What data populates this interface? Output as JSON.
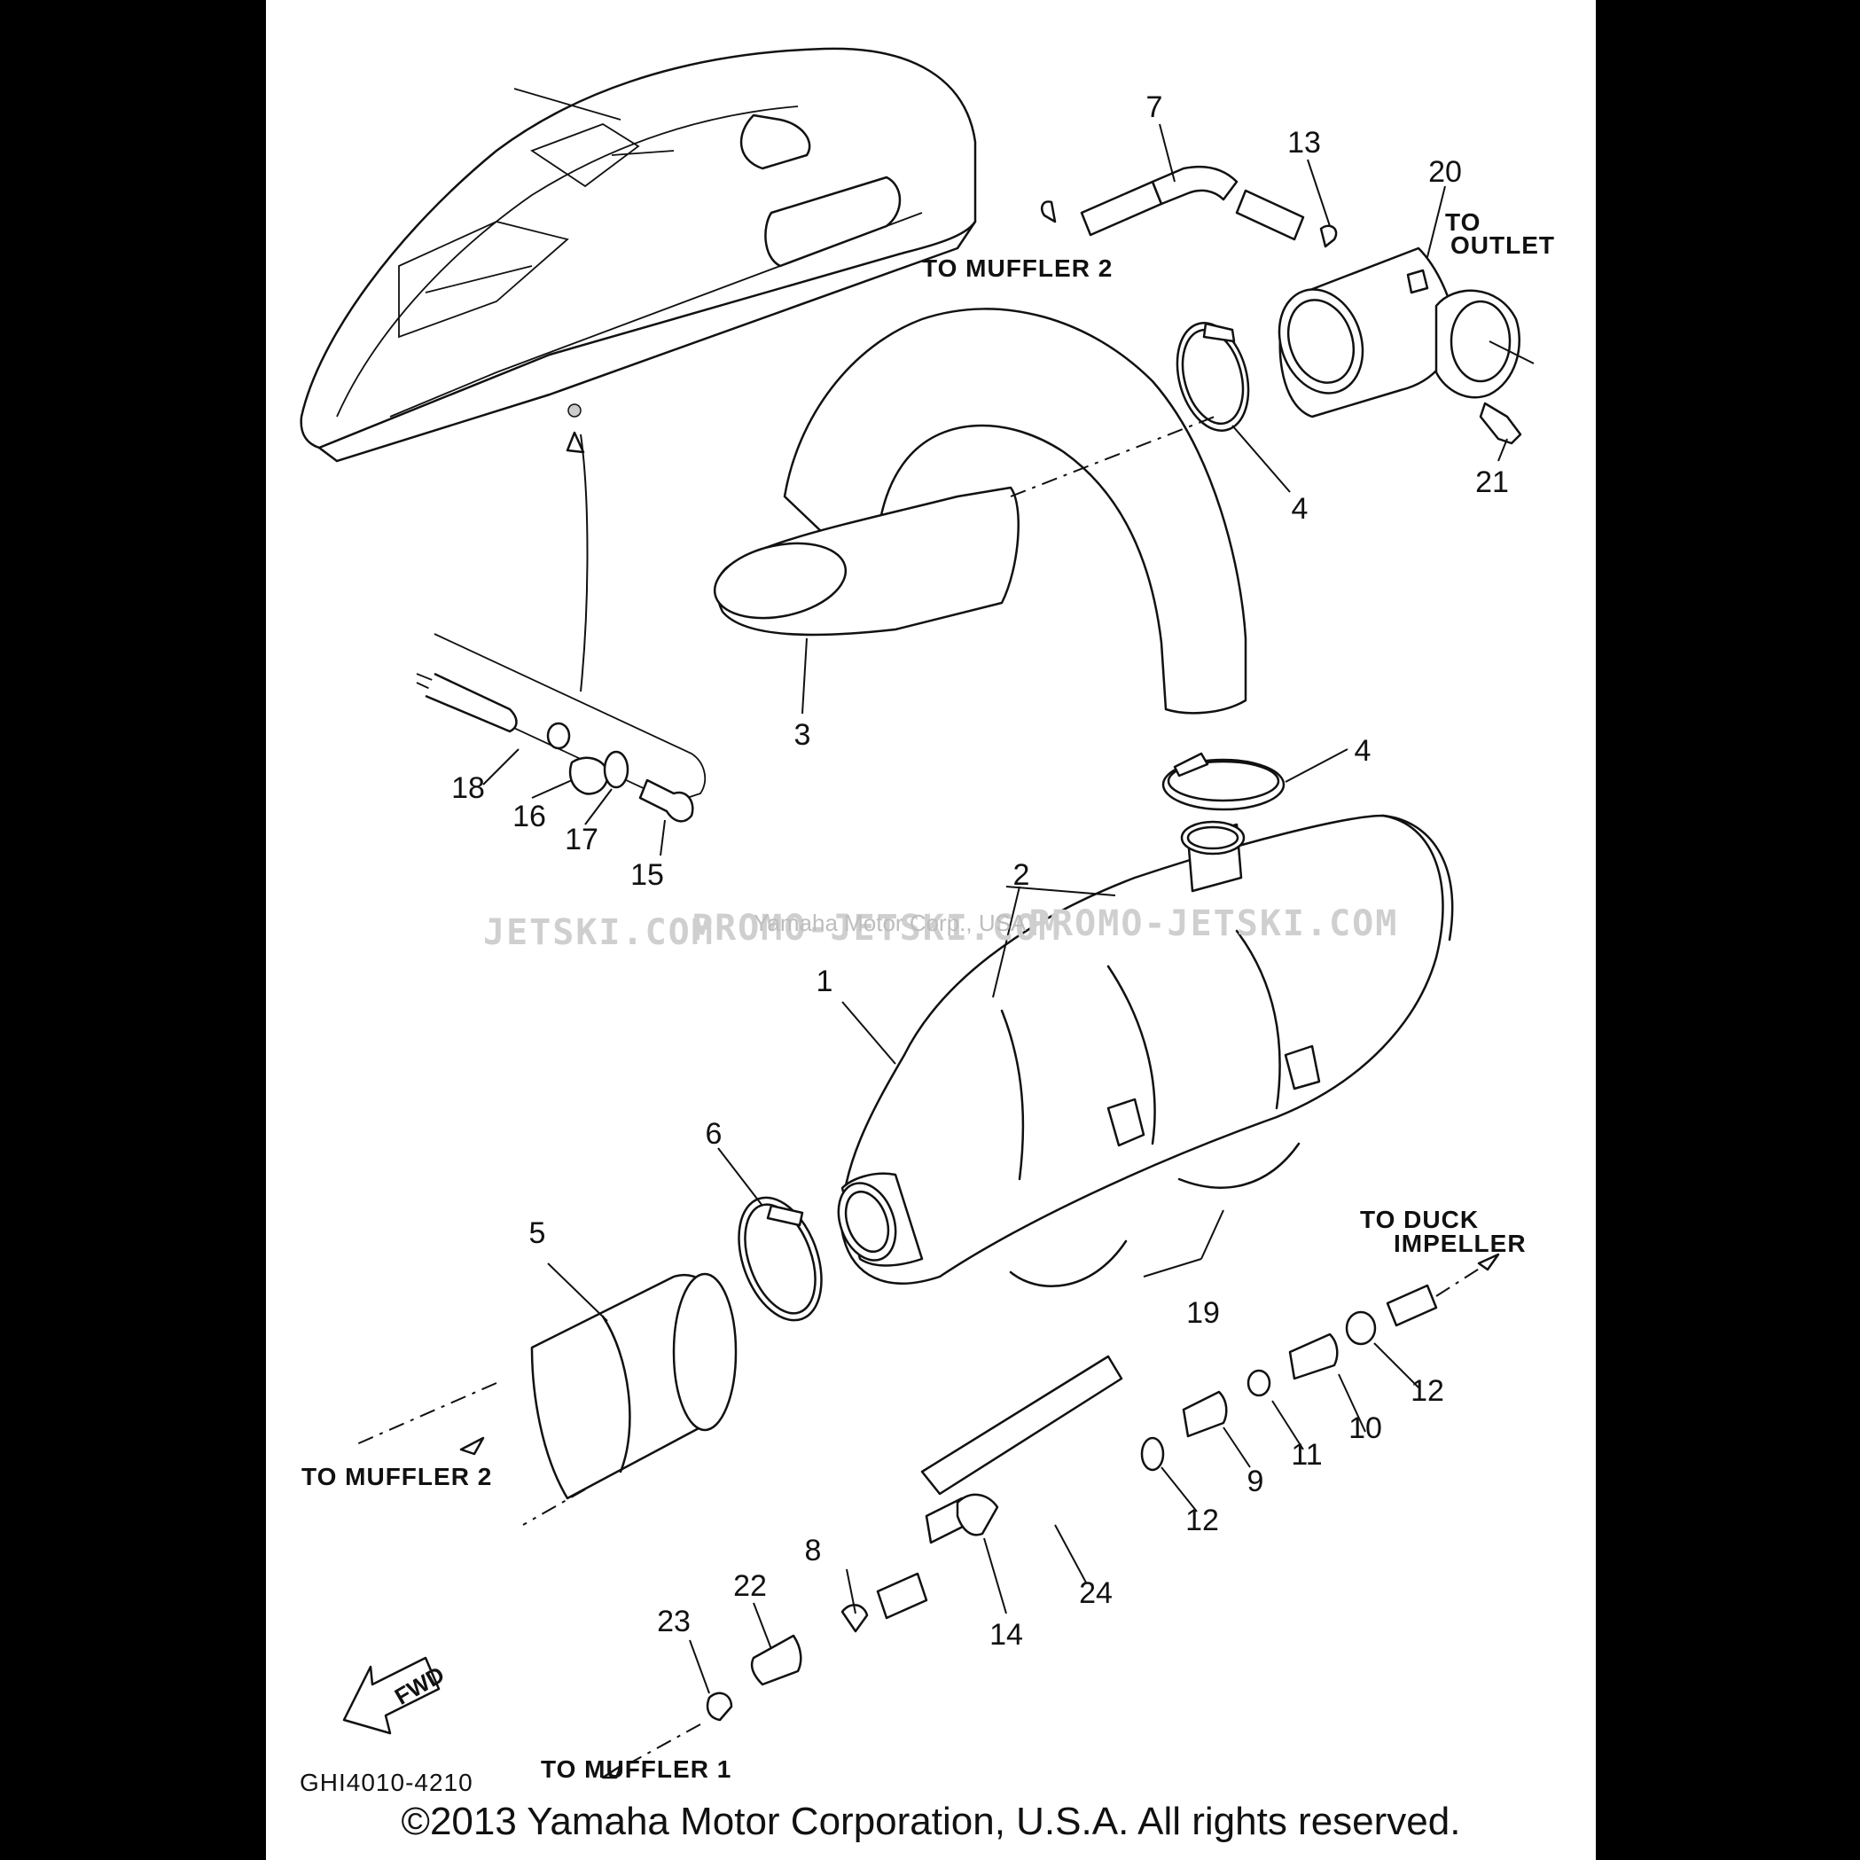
{
  "part_callouts": {
    "p1": "1",
    "p2": "2",
    "p3": "3",
    "p4a": "4",
    "p4b": "4",
    "p5": "5",
    "p6": "6",
    "p7": "7",
    "p8": "8",
    "p9": "9",
    "p10": "10",
    "p11": "11",
    "p12a": "12",
    "p12b": "12",
    "p13": "13",
    "p14": "14",
    "p15": "15",
    "p16": "16",
    "p17": "17",
    "p18": "18",
    "p19": "19",
    "p20": "20",
    "p21": "21",
    "p22": "22",
    "p23": "23",
    "p24": "24"
  },
  "destinations": {
    "to_outlet_line1": "TO",
    "to_outlet_line2": "OUTLET",
    "to_muffler2_top": "TO MUFFLER 2",
    "to_muffler2_bottom": "TO MUFFLER 2",
    "to_duck_line1": "TO DUCK",
    "to_duck_line2": "IMPELLER",
    "to_muffler1": "TO MUFFLER 1"
  },
  "fwd_label": "FWD",
  "diagram_code": "GHI4010-4210",
  "watermark": {
    "left": "JETSKI.COM",
    "mid": "PROMO-JETSKI.COM",
    "right": "PROMO-JETSKI.COM",
    "overlay": "Yamaha Motor Corp., USA"
  },
  "copyright": "©2013 Yamaha Motor Corporation, U.S.A. All rights reserved."
}
